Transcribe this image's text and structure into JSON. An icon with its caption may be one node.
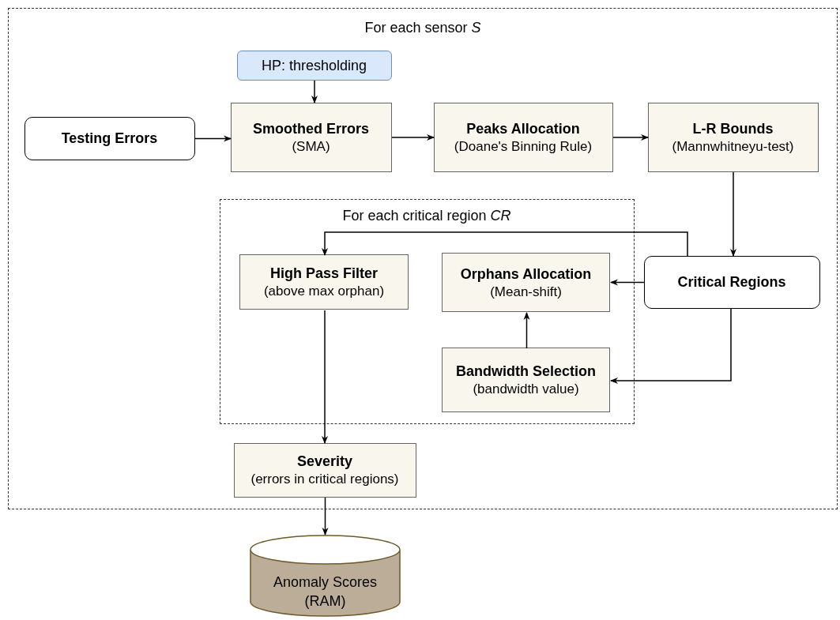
{
  "diagram": {
    "nodes": [
      {
        "text": [
          "For each sensor *S*"
        ]
      },
      {
        "text": [
          "HP: thresholding"
        ],
        "in": 0
      },
      {
        "text": [
          "Testing Errors"
        ],
        "in": 0
      },
      {
        "text": [
          "Smoothed Errors",
          "(SMA)"
        ],
        "in": 0
      },
      {
        "text": [
          "Peaks Allocation",
          "(Doane's Binning Rule)"
        ],
        "in": 0
      },
      {
        "text": [
          "L-R Bounds",
          "(Mannwhitneyu-test)"
        ],
        "in": 0
      },
      {
        "text": [
          "For each critical region *CR*"
        ],
        "in": 0
      },
      {
        "text": [
          "High Pass Filter",
          "(above max orphan)"
        ],
        "in": 6
      },
      {
        "text": [
          "Orphans Allocation",
          "(Mean-shift)"
        ],
        "in": 6
      },
      {
        "text": [
          "Bandwidth Selection",
          "(bandwidth value)"
        ],
        "in": 6
      },
      {
        "text": [
          "Critical Regions"
        ],
        "in": 0
      },
      {
        "text": [
          "Severity",
          "(errors in critical regions)"
        ],
        "in": 0
      },
      {
        "text": [
          "Anomaly Scores (RAM)"
        ]
      }
    ],
    "edges": [
      {
        "from": 1,
        "to": 3,
        "arrow": "to"
      },
      {
        "from": 2,
        "to": 3,
        "arrow": "to"
      },
      {
        "from": 3,
        "to": 4,
        "arrow": "to"
      },
      {
        "from": 4,
        "to": 5,
        "arrow": "to"
      },
      {
        "from": 5,
        "to": 10,
        "arrow": "to"
      },
      {
        "from": 10,
        "to": 7,
        "arrow": "to"
      },
      {
        "from": 10,
        "to": 8,
        "arrow": "to"
      },
      {
        "from": 10,
        "to": 9,
        "arrow": "to"
      },
      {
        "from": 9,
        "to": 8,
        "arrow": "to"
      },
      {
        "from": 7,
        "to": 11,
        "arrow": "to"
      },
      {
        "from": 11,
        "to": 12,
        "arrow": "to"
      }
    ]
  }
}
